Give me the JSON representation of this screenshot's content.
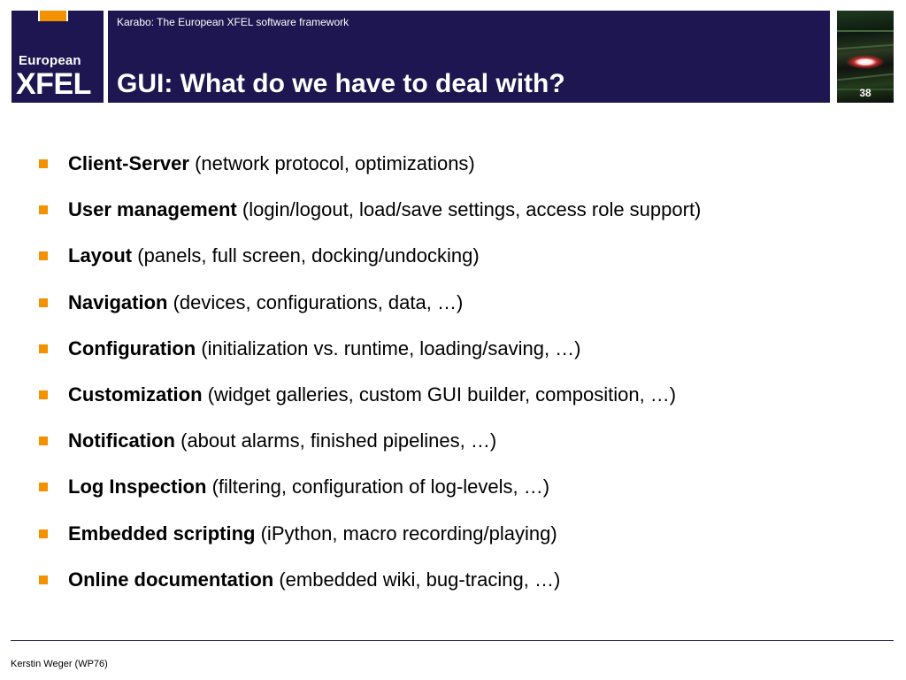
{
  "colors": {
    "brand_navy": "#1e1650",
    "accent_orange": "#f39100",
    "text": "#000000"
  },
  "logo": {
    "line1": "European",
    "line2": "XFEL"
  },
  "header": {
    "subtitle": "Karabo: The European XFEL software framework",
    "title": "GUI: What do we have to deal with?",
    "page_number": "38"
  },
  "bullets": [
    {
      "term": "Client-Server",
      "detail": "(network protocol, optimizations)"
    },
    {
      "term": "User management",
      "detail": "(login/logout, load/save settings, access role support)"
    },
    {
      "term": "Layout",
      "detail": "(panels, full screen, docking/undocking)"
    },
    {
      "term": "Navigation",
      "detail": "(devices, configurations, data, …)"
    },
    {
      "term": "Configuration",
      "detail": "(initialization vs. runtime, loading/saving, …)"
    },
    {
      "term": "Customization",
      "detail": "(widget galleries, custom GUI builder, composition, …)"
    },
    {
      "term": "Notification",
      "detail": "(about alarms, finished pipelines, …)"
    },
    {
      "term": "Log Inspection",
      "detail": "(filtering, configuration of log-levels, …)"
    },
    {
      "term": "Embedded scripting",
      "detail": "(iPython, macro recording/playing)"
    },
    {
      "term": "Online documentation",
      "detail": "(embedded wiki, bug-tracing, …)"
    }
  ],
  "footer": {
    "author": "Kerstin Weger (WP76)"
  }
}
